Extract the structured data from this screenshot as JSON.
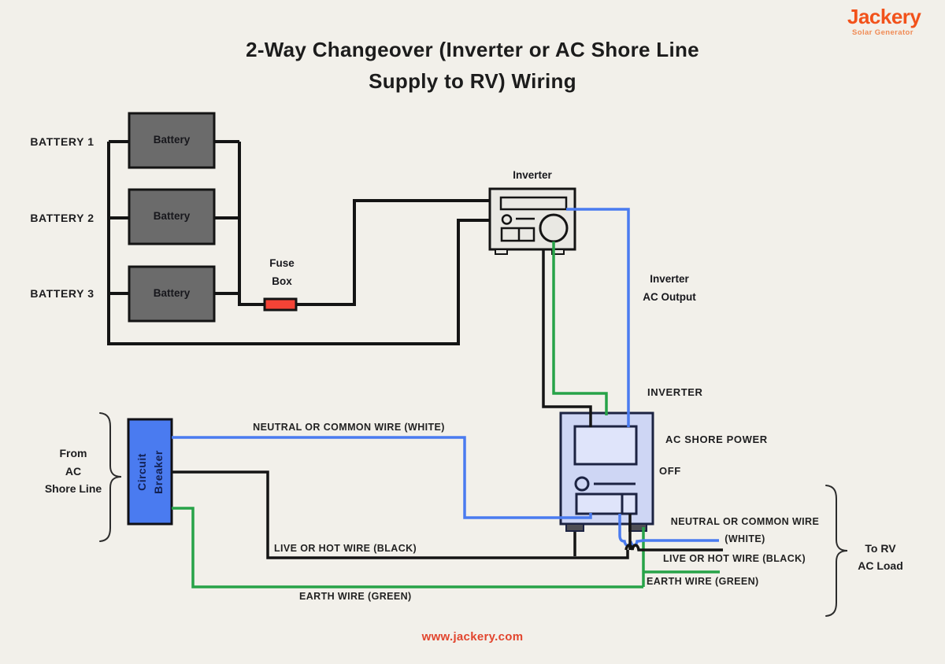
{
  "brand": {
    "logo_text": "Jackery",
    "tagline": "Solar Generator",
    "website": "www.jackery.com"
  },
  "title": {
    "line1": "2-Way Changeover (Inverter or AC Shore Line",
    "line2": "Supply to RV) Wiring"
  },
  "batteries": [
    {
      "side_label": "BATTERY 1",
      "box_label": "Battery"
    },
    {
      "side_label": "BATTERY 2",
      "box_label": "Battery"
    },
    {
      "side_label": "BATTERY 3",
      "box_label": "Battery"
    }
  ],
  "fuse": {
    "label_line1": "Fuse",
    "label_line2": "Box"
  },
  "inverter": {
    "label": "Inverter"
  },
  "inverter_ac_output": {
    "line1": "Inverter",
    "line2": "AC Output"
  },
  "changeover_switch": {
    "position_inverter": "INVERTER",
    "position_ac_shore": "AC SHORE POWER",
    "position_off": "OFF"
  },
  "circuit_breaker": {
    "label_line1": "Circuit",
    "label_line2": "Breaker"
  },
  "shore_source": {
    "line1": "From",
    "line2": "AC",
    "line3": "Shore Line"
  },
  "rv_load": {
    "line1": "To RV",
    "line2": "AC Load"
  },
  "wire_labels": {
    "neutral_shore": "NEUTRAL OR COMMON WIRE (WHITE)",
    "live_shore": "LIVE OR HOT WIRE (BLACK)",
    "earth_shore": "EARTH WIRE (GREEN)",
    "neutral_rv_line1": "NEUTRAL OR COMMON WIRE",
    "neutral_rv_line2": "(WHITE)",
    "live_rv": "LIVE OR HOT WIRE (BLACK)",
    "earth_rv": "EARTH WIRE (GREEN)"
  },
  "colors": {
    "background": "#f2f0ea",
    "wire_black": "#141414",
    "wire_blue": "#4a7bf0",
    "wire_green": "#27a348",
    "fuse_red": "#f44336",
    "battery_gray": "#6b6b6b",
    "breaker_blue": "#4a7bf0",
    "switch_fill": "#ced6f4",
    "switch_border": "#1c2342",
    "logo_orange": "#f2521b",
    "website_red": "#e2452e"
  }
}
